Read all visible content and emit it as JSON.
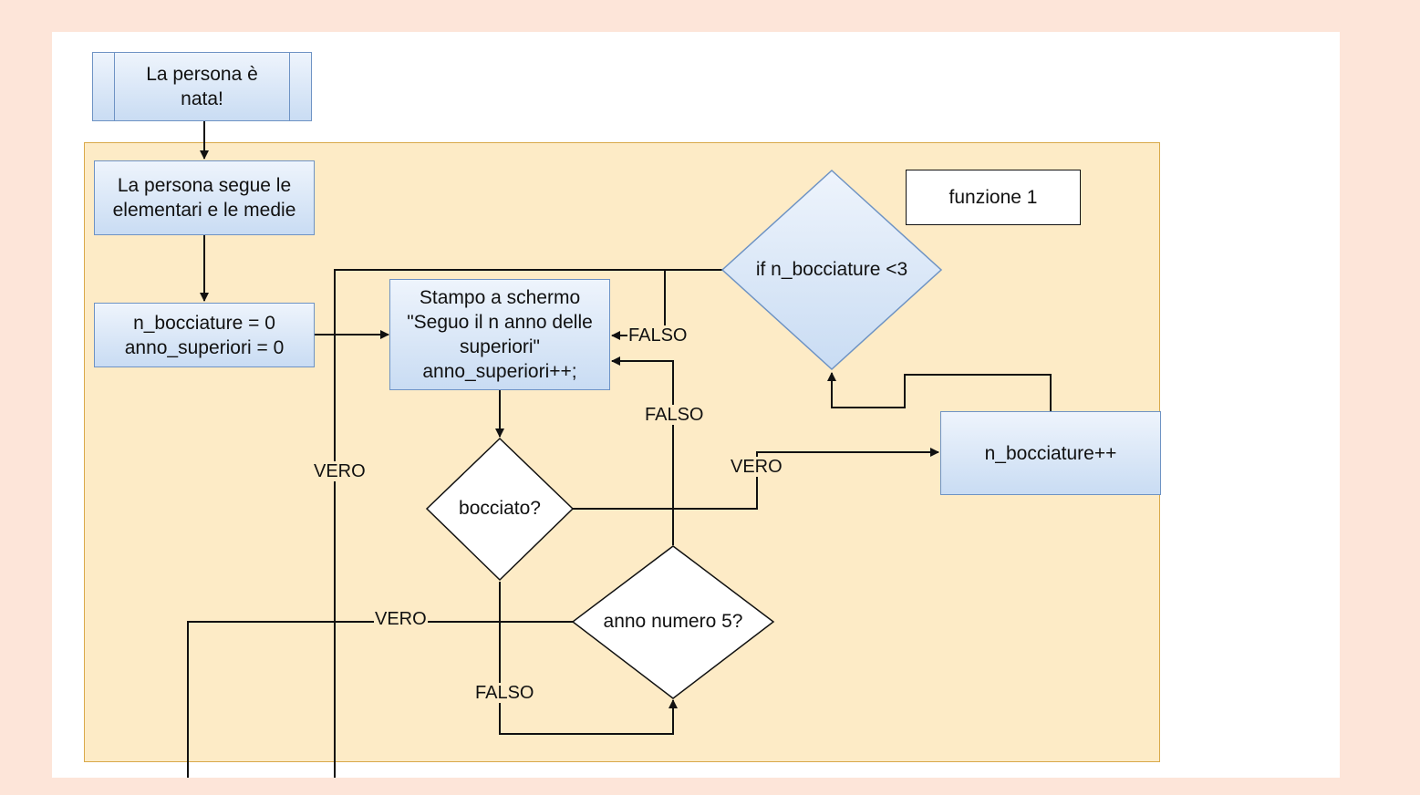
{
  "nodes": {
    "start": "La persona è nata!",
    "school": "La persona segue le elementari e le medie",
    "init_line1": "n_bocciature = 0",
    "init_line2": "anno_superiori = 0",
    "print_line1": "Stampo a schermo",
    "print_line2": "\"Seguo il n anno delle",
    "print_line3": "superiori\"",
    "print_line4": "anno_superiori++;",
    "bocciato": "bocciato?",
    "anno5": "anno numero 5?",
    "if_bocciature": "if n_bocciature <3",
    "increment": "n_bocciature++",
    "funzione": "funzione 1"
  },
  "edge_labels": {
    "vero_left": "VERO",
    "vero_mid": "VERO",
    "vero_bottom": "VERO",
    "falso_top": "FALSO",
    "falso_mid": "FALSO",
    "falso_bottom": "FALSO"
  },
  "colors": {
    "background": "#fde5d9",
    "group_fill": "#fdebc6",
    "group_border": "#d9a94a",
    "process_border": "#6e93c4"
  }
}
